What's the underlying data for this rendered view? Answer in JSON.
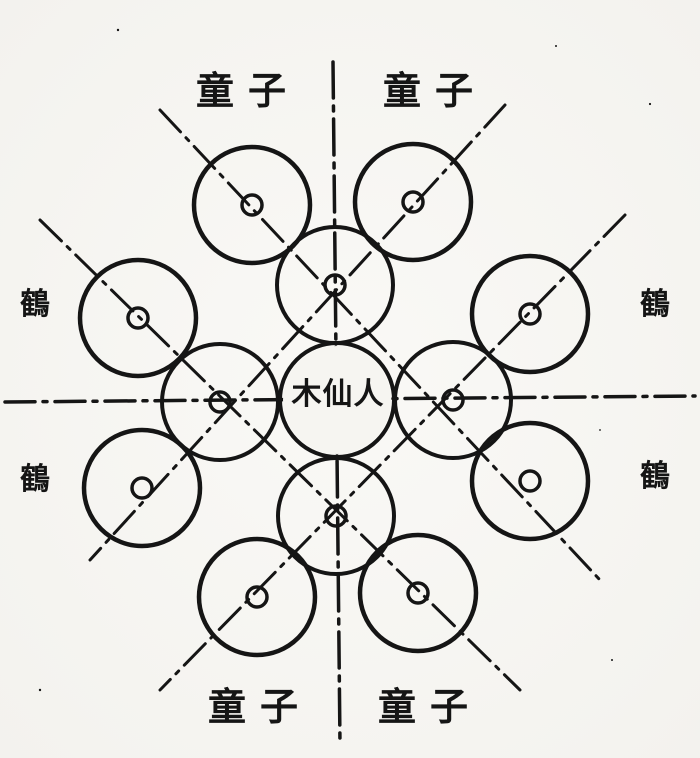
{
  "diagram": {
    "center_label": "木仙人",
    "labels": {
      "top_left": "童子",
      "top_right": "童子",
      "bottom_left": "童子",
      "bottom_right": "童子",
      "left_upper": "鶴",
      "left_lower": "鶴",
      "right_upper": "鶴",
      "right_lower": "鶴"
    }
  },
  "colors": {
    "ink": "#151515",
    "paper": "#f6f5f1"
  }
}
